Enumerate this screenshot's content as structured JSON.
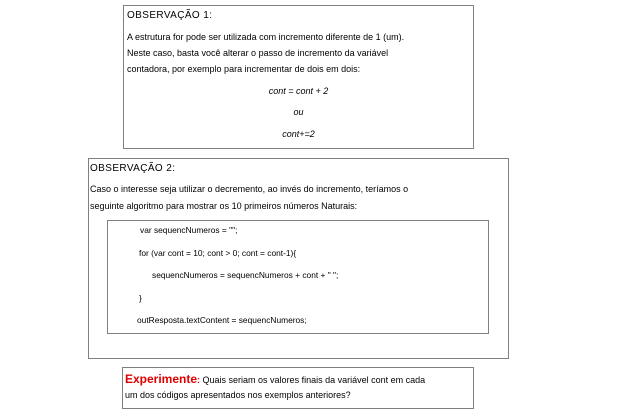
{
  "obs1": {
    "title": "OBSERVAÇÃO 1:",
    "line1": "A estrutura for pode ser utilizada com incremento diferente de 1 (um).",
    "line2": "Neste caso, basta você alterar o passo de incremento da variável",
    "line3": "contadora, por exemplo para incrementar de dois em dois:",
    "code1": "cont = cont + 2",
    "or": "ou",
    "code2": "cont+=2"
  },
  "obs2": {
    "title": "OBSERVAÇÃO 2:",
    "line1": "Caso o interesse seja utilizar o decremento, ao invés do incremento, teríamos o",
    "line2": "seguinte algoritmo para mostrar os 10 primeiros números Naturais:",
    "code": [
      "var sequencNumeros = \"\";",
      "for (var cont = 10; cont > 0; cont = cont-1){",
      "sequencNumeros = sequencNumeros + cont + \" \";",
      "}",
      "outResposta.textContent = sequencNumeros;"
    ]
  },
  "experiment": {
    "label": "Experimente",
    "colon": ":",
    "line1": " Quais seriam os valores finais da variável cont em cada",
    "line2": "um dos códigos apresentados nos exemplos anteriores?",
    "label_color": "#e00000"
  }
}
